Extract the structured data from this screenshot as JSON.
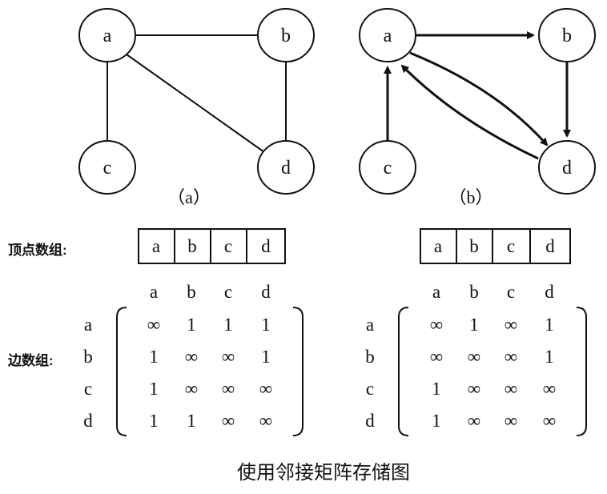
{
  "graph_a": {
    "nodes": [
      "a",
      "b",
      "c",
      "d"
    ],
    "edges": [
      [
        "a",
        "b"
      ],
      [
        "a",
        "c"
      ],
      [
        "a",
        "d"
      ],
      [
        "b",
        "d"
      ]
    ],
    "caption": "（a）"
  },
  "graph_b": {
    "nodes": [
      "a",
      "b",
      "c",
      "d"
    ],
    "arcs": [
      [
        "a",
        "b"
      ],
      [
        "b",
        "d"
      ],
      [
        "c",
        "a"
      ],
      [
        "a",
        "d"
      ],
      [
        "d",
        "a"
      ]
    ],
    "caption": "（b）"
  },
  "vertex_array_label": "顶点数组:",
  "edge_array_label": "边数组:",
  "vertex_array_a": [
    "a",
    "b",
    "c",
    "d"
  ],
  "vertex_array_b": [
    "a",
    "b",
    "c",
    "d"
  ],
  "matrix_a": {
    "col_headers": [
      "a",
      "b",
      "c",
      "d"
    ],
    "row_headers": [
      "a",
      "b",
      "c",
      "d"
    ],
    "rows": [
      [
        "∞",
        "1",
        "1",
        "1"
      ],
      [
        "1",
        "∞",
        "∞",
        "1"
      ],
      [
        "1",
        "∞",
        "∞",
        "∞"
      ],
      [
        "1",
        "1",
        "∞",
        "∞"
      ]
    ]
  },
  "matrix_b": {
    "col_headers": [
      "a",
      "b",
      "c",
      "d"
    ],
    "row_headers": [
      "a",
      "b",
      "c",
      "d"
    ],
    "rows": [
      [
        "∞",
        "1",
        "∞",
        "1"
      ],
      [
        "∞",
        "∞",
        "∞",
        "1"
      ],
      [
        "1",
        "∞",
        "∞",
        "∞"
      ],
      [
        "1",
        "∞",
        "∞",
        "∞"
      ]
    ]
  },
  "title": "使用邻接矩阵存储图"
}
